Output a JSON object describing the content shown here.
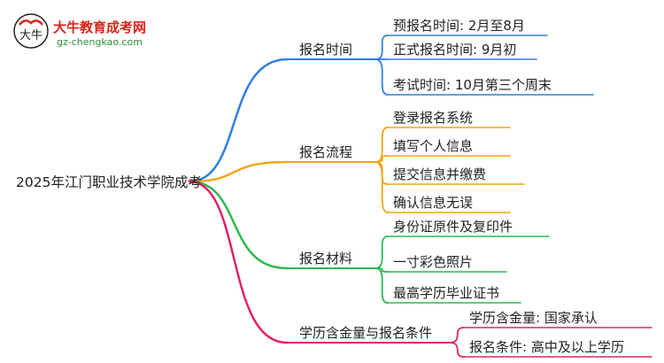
{
  "brand": {
    "title": "大牛教育成考网",
    "url": "gz-chengkao.com",
    "mark_text": "大牛"
  },
  "colors": {
    "blue": "#2f7fe6",
    "orange": "#f0a616",
    "green": "#2bbb4f",
    "pink": "#e0206a",
    "brand_red": "#d9241b"
  },
  "mindmap": {
    "root": "2025年江门职业技术学院成考",
    "branches": [
      {
        "label": "报名时间",
        "color": "blue",
        "children": [
          "预报名时间: 2月至8月",
          "正式报名时间: 9月初",
          "考试时间: 10月第三个周末"
        ]
      },
      {
        "label": "报名流程",
        "color": "orange",
        "children": [
          "登录报名系统",
          "填写个人信息",
          "提交信息并缴费",
          "确认信息无误"
        ]
      },
      {
        "label": "报名材料",
        "color": "green",
        "children": [
          "身份证原件及复印件",
          "一寸彩色照片",
          "最高学历毕业证书"
        ]
      },
      {
        "label": "学历含金量与报名条件",
        "color": "pink",
        "children": [
          "学历含金量: 国家承认",
          "报名条件: 高中及以上学历"
        ]
      }
    ]
  }
}
